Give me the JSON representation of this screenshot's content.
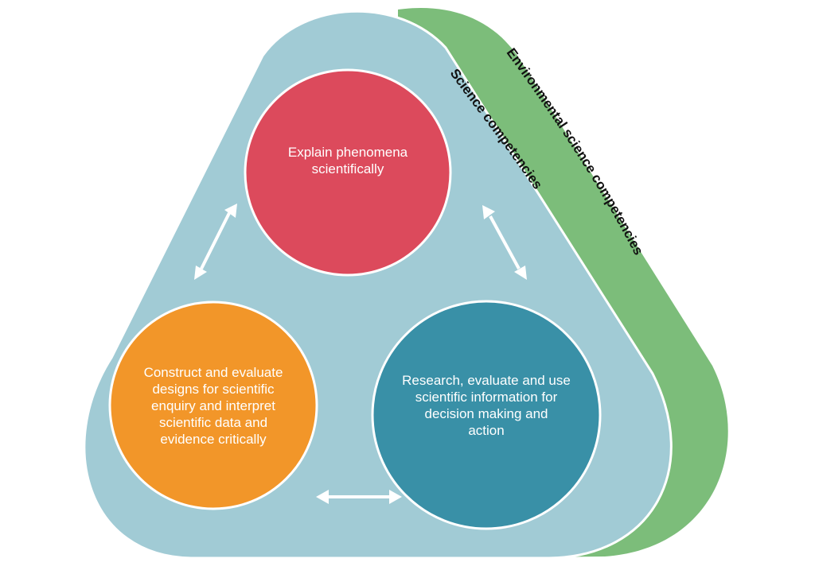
{
  "colors": {
    "environmental_band": "#7cbd7a",
    "science_band": "#a1cbd5",
    "explain_circle": "#dc4a5c",
    "construct_circle": "#f29629",
    "research_circle": "#3990a7",
    "outline": "#ffffff",
    "arrow": "#ffffff",
    "label_dark": "#111111"
  },
  "outer_band": {
    "label": "Environmental science competencies"
  },
  "inner_band": {
    "label": "Science competencies"
  },
  "circles": [
    {
      "id": "explain",
      "lines": [
        "Explain phenomena",
        "scientifically"
      ]
    },
    {
      "id": "construct",
      "lines": [
        "Construct and evaluate",
        "designs for scientific",
        "enquiry and interpret",
        "scientific data and",
        "evidence critically"
      ]
    },
    {
      "id": "research",
      "lines": [
        "Research, evaluate and use",
        "scientific information for",
        "decision making and",
        "action"
      ]
    }
  ],
  "arrows": [
    {
      "from": "explain",
      "to": "construct",
      "type": "bidirectional"
    },
    {
      "from": "explain",
      "to": "research",
      "type": "bidirectional"
    },
    {
      "from": "construct",
      "to": "research",
      "type": "bidirectional"
    }
  ]
}
